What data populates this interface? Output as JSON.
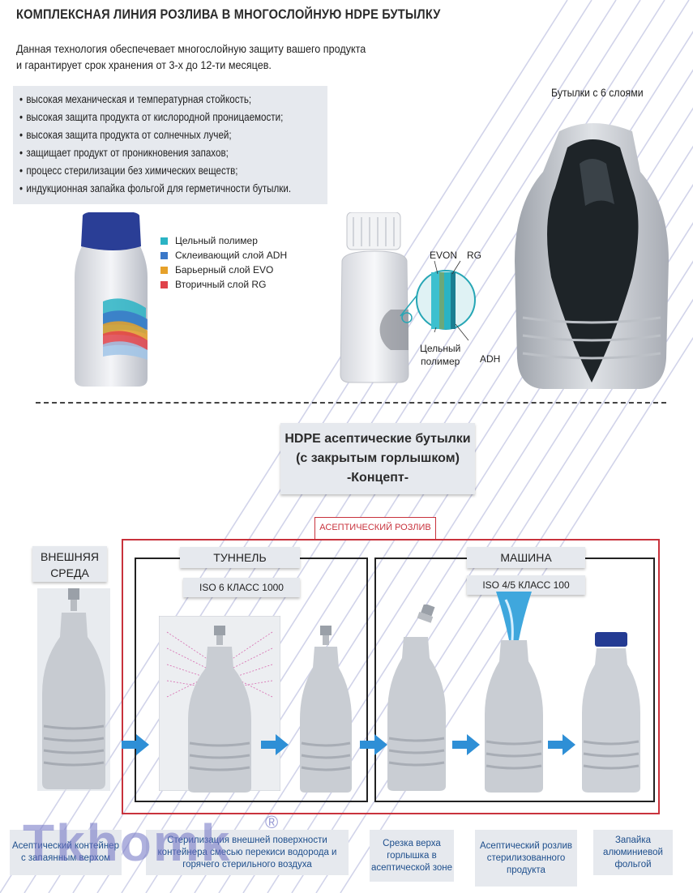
{
  "header": {
    "title": "КОМПЛЕКСНАЯ ЛИНИЯ РОЗЛИВА В МНОГОСЛОЙНУЮ HDPE БУТЫЛКУ",
    "intro_line1": "Данная технология обеспечевает многослойную защиту вашего продукта",
    "intro_line2": "и гарантирует срок хранения от 3-х до 12-ти месяцев."
  },
  "bullets": [
    "высокая механическая и температурная стойкость;",
    "высокая защита продукта от кислородной проницаемости;",
    "высокая защита продукта от солнечных лучей;",
    "защищает продукт от проникновения запахов;",
    "процесс стерилизации без химических веществ;",
    "индукционная запайка фольгой для герметичности бутылки."
  ],
  "six_layers_label": "Бутылки с 6 слоями",
  "legend": [
    {
      "label": "Цельный полимер",
      "color": "#2ab3c4"
    },
    {
      "label": "Склеивающий слой ADH",
      "color": "#3a78c8"
    },
    {
      "label": "Барьерный слой EVO",
      "color": "#e6a12a"
    },
    {
      "label": "Вторичный слой RG",
      "color": "#e0424a"
    }
  ],
  "diagram_labels": {
    "evon": "EVON",
    "rg": "RG",
    "polymer_line1": "Цельный",
    "polymer_line2": "полимер",
    "adh": "ADH"
  },
  "concept": {
    "line1": "HDPE асептические бутылки",
    "line2": "(с закрытым горлышком)",
    "line3": "-Концепт-"
  },
  "aseptic_label": "АСЕПТИЧЕСКИЙ РОЗЛИВ",
  "zones": {
    "outside_line1": "ВНЕШНЯЯ",
    "outside_line2": "СРЕДА",
    "tunnel": "ТУННЕЛЬ",
    "tunnel_iso": "ISO 6    КЛАСС 1000",
    "machine": "МАШИНА",
    "machine_iso": "ISO 4/5    КЛАСС 100"
  },
  "captions": [
    "Асептический контейнер с запаянным верхом",
    "Стерилизация внешней поверхности контейнера смесью перекиси водорода и горячего стерильного воздуха",
    "Срезка верха горлышка в асептической зоне",
    "Асептический розлив стерилизованного продукта",
    "Запайка алюминиевой фольгой"
  ],
  "watermark": {
    "text": "Tkhomk",
    "mark": "®"
  },
  "colors": {
    "accent_red": "#c8323c",
    "panel_gray": "#e6e9ee",
    "arrow_blue": "#2e8fd6",
    "caption_text": "#1d4e8c"
  }
}
